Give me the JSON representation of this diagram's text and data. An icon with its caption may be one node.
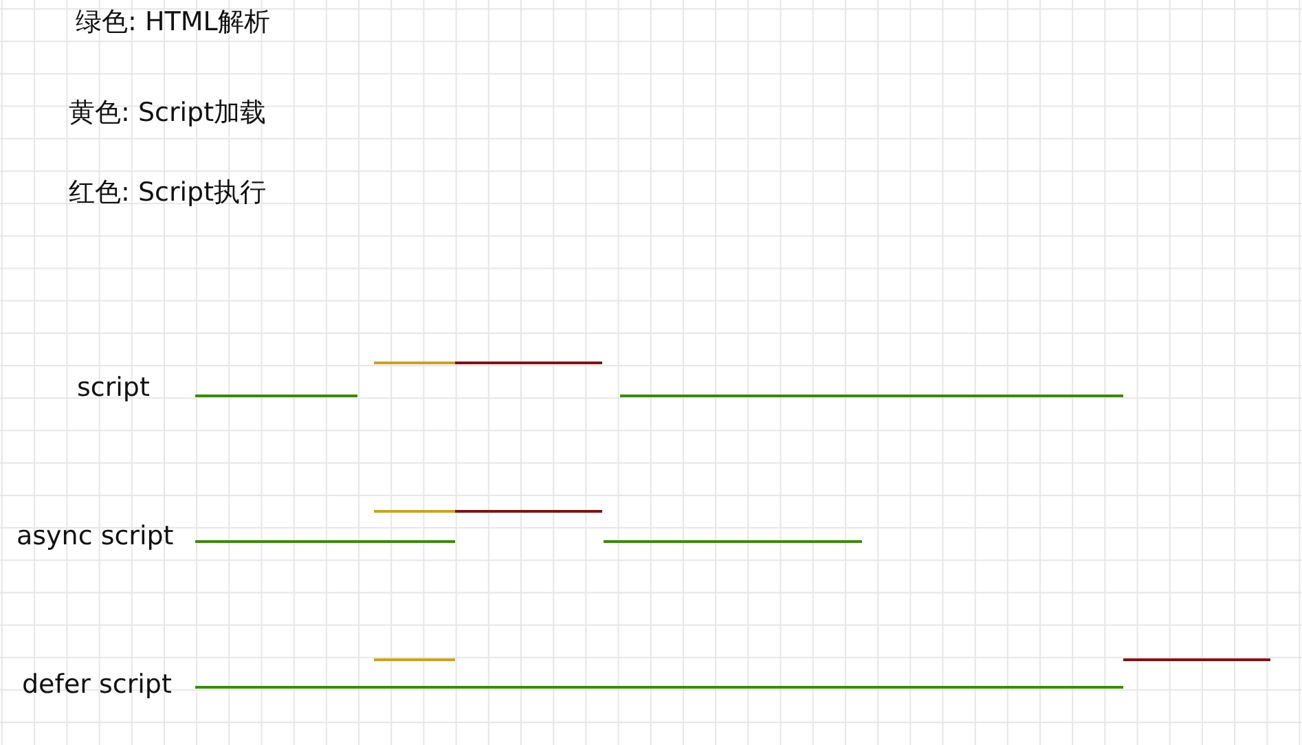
{
  "diagram": {
    "labels": [
      "绿色: HTML解析",
      "黄色: Script加载",
      "红色: Script执行",
      "script",
      "async script",
      "defer script"
    ]
  }
}
